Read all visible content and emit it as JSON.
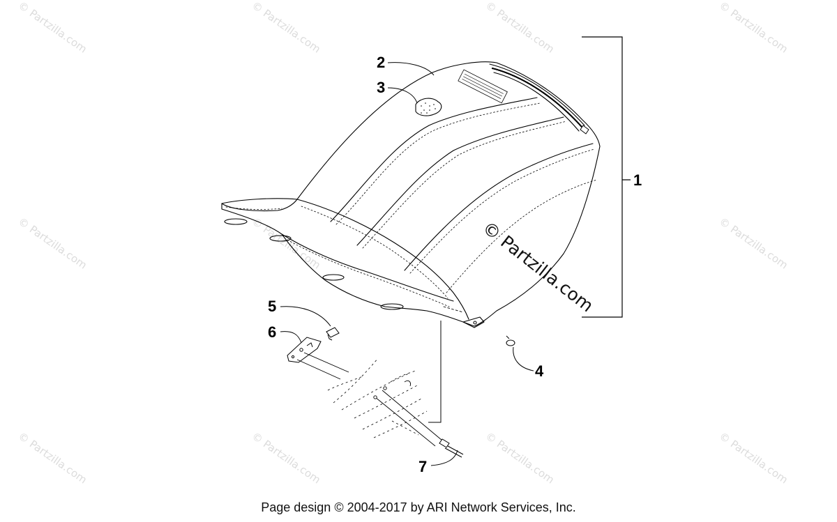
{
  "callouts": {
    "c1": "1",
    "c2": "2",
    "c3": "3",
    "c4": "4",
    "c5": "5",
    "c6": "6",
    "c7": "7"
  },
  "watermark": {
    "small": "© Partzilla.com",
    "large": "© Partzilla.com"
  },
  "footer": {
    "text": "Page design © 2004-2017 by ARI Network Services, Inc."
  },
  "colors": {
    "line": "#000000",
    "watermark": "#dcdcdc",
    "background": "#ffffff"
  }
}
